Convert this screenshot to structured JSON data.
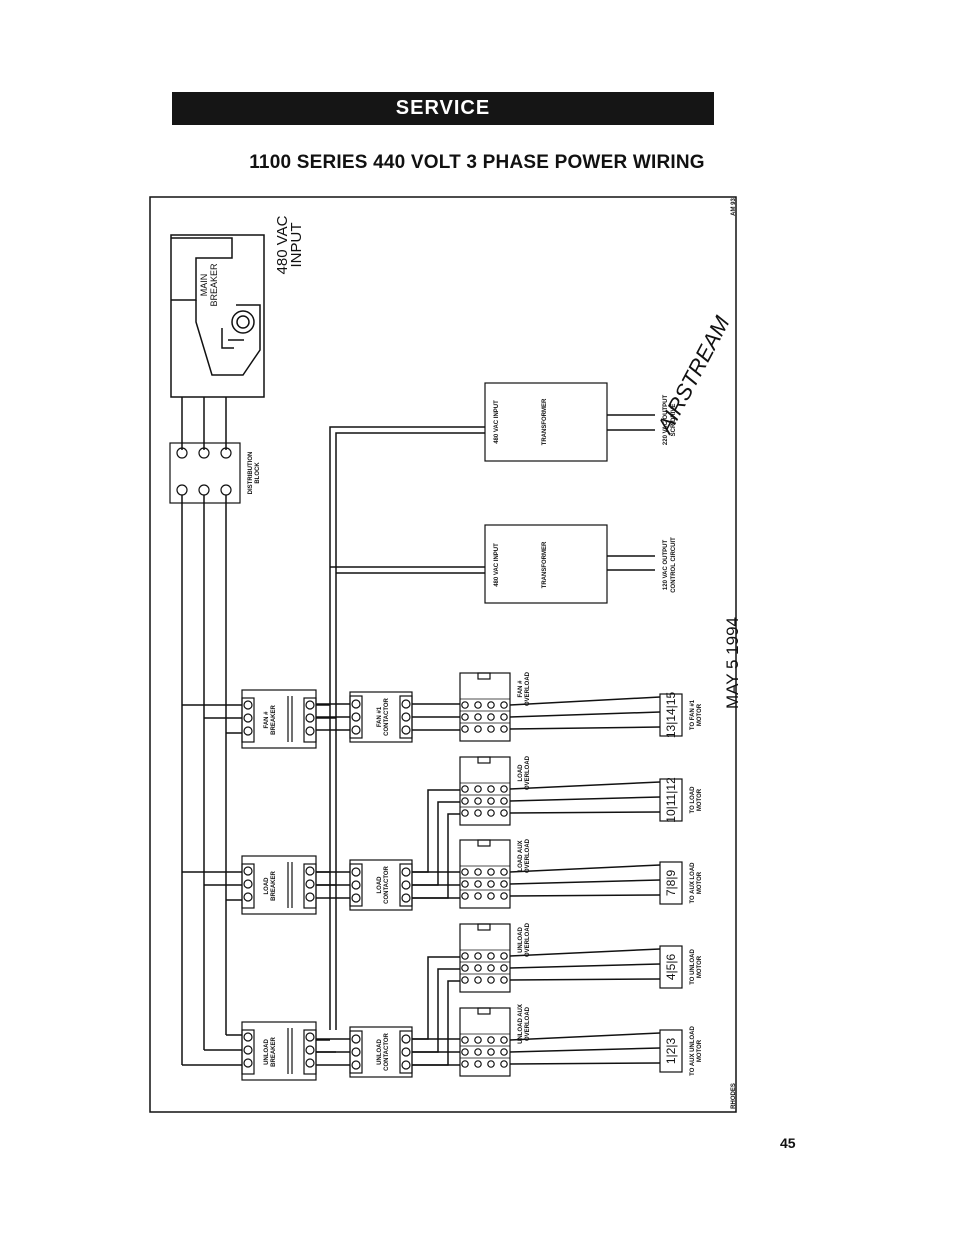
{
  "header": {
    "section": "SERVICE",
    "title": "1100 SERIES 440 VOLT 3 PHASE POWER WIRING"
  },
  "page": {
    "number": "45"
  },
  "diagram": {
    "input_label_1": "480 VAC",
    "input_label_2": "INPUT",
    "main_breaker_1": "MAIN",
    "main_breaker_2": "BREAKER",
    "dist_block_1": "DISTRIBUTION",
    "dist_block_2": "BLOCK",
    "transformer_top": {
      "input": "480 VAC INPUT",
      "name": "TRANSFORMER",
      "output_1": "220 VAC OUTPUT",
      "output_2": "SCR DRIVE"
    },
    "transformer_bottom": {
      "input": "480 VAC INPUT",
      "name": "TRANSFORMER",
      "output_1": "120 VAC OUTPUT",
      "output_2": "CONTROL CIRCUIT"
    },
    "date": "MAY 5 1994",
    "logo": "AIRSTREAM",
    "corner_code": "AM 93",
    "footer_code": "RHODES",
    "breakers": [
      {
        "line1": "FAN #",
        "line2": "BREAKER"
      },
      {
        "line1": "LOAD",
        "line2": "BREAKER"
      },
      {
        "line1": "UNLOAD",
        "line2": "BREAKER"
      }
    ],
    "contactors": [
      {
        "line1": "FAN #1",
        "line2": "CONTACTOR"
      },
      {
        "line1": "LOAD",
        "line2": "CONTACTOR"
      },
      {
        "line1": "UNLOAD",
        "line2": "CONTACTOR"
      }
    ],
    "overloads": [
      {
        "line1": "FAN #",
        "line2": "OVERLOAD"
      },
      {
        "line1": "LOAD",
        "line2": "OVERLOAD"
      },
      {
        "line1": "LOAD AUX",
        "line2": "OVERLOAD"
      },
      {
        "line1": "UNLOAD",
        "line2": "OVERLOAD"
      },
      {
        "line1": "UNLOAD AUX",
        "line2": "OVERLOAD"
      }
    ],
    "terminals": [
      {
        "numbers": "13|14|15",
        "dest_1": "TO FAN #1",
        "dest_2": "MOTOR"
      },
      {
        "numbers": "10|11|12",
        "dest_1": "TO LOAD",
        "dest_2": "MOTOR"
      },
      {
        "numbers": "7|8|9",
        "dest_1": "TO AUX LOAD",
        "dest_2": "MOTOR"
      },
      {
        "numbers": "4|5|6",
        "dest_1": "TO UNLOAD",
        "dest_2": "MOTOR"
      },
      {
        "numbers": "1|2|3",
        "dest_1": "TO AUX UNLOAD",
        "dest_2": "MOTOR"
      }
    ]
  }
}
